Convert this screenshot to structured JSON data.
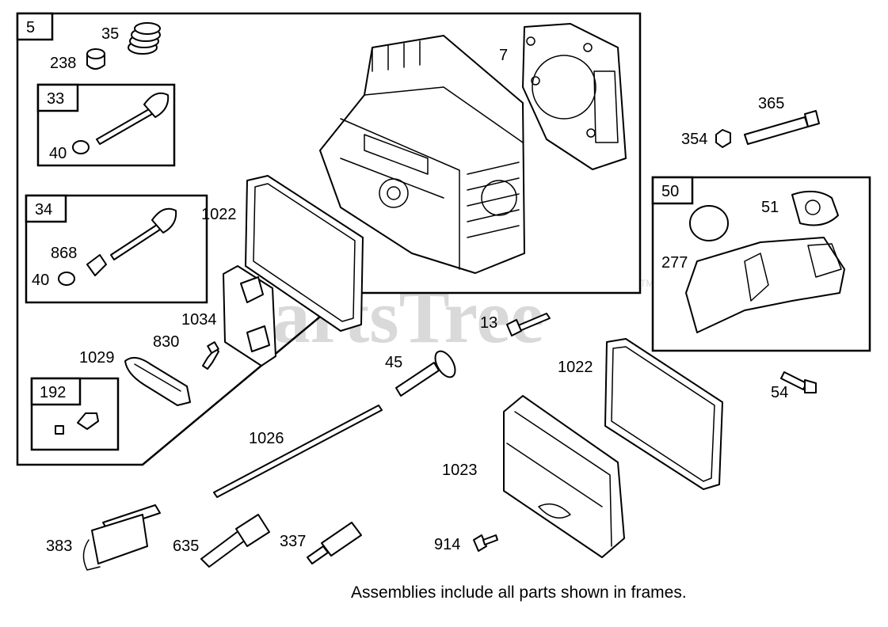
{
  "watermark": {
    "text": "PartsTree",
    "tm": "TM"
  },
  "note": "Assemblies include all parts shown in frames.",
  "frames": {
    "f5": "5",
    "f33": "33",
    "f34": "34",
    "f192": "192",
    "f50": "50"
  },
  "labels": {
    "p35": "35",
    "p238": "238",
    "p7": "7",
    "p40a": "40",
    "p1022a": "1022",
    "p868": "868",
    "p40b": "40",
    "p1034": "1034",
    "p830": "830",
    "p1029": "1029",
    "p365": "365",
    "p354": "354",
    "p51": "51",
    "p277": "277",
    "p13": "13",
    "p45": "45",
    "p1022b": "1022",
    "p54": "54",
    "p1026": "1026",
    "p1023": "1023",
    "p383": "383",
    "p635": "635",
    "p337": "337",
    "p914": "914"
  }
}
